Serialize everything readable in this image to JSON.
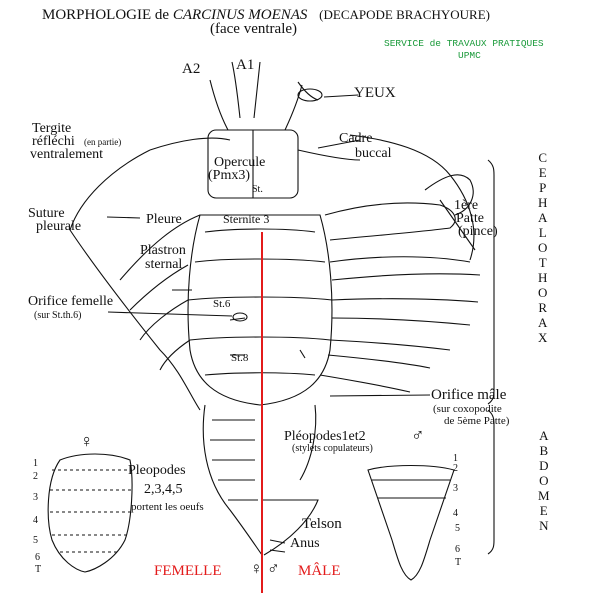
{
  "title": {
    "line1_prefix": "MORPHOLOGIE de ",
    "line1_species": "CARCINUS MOENAS",
    "line1_suffix": "(DECAPODE BRACHYOURE)",
    "line2": "(face ventrale)"
  },
  "service": {
    "line1": "SERVICE de TRAVAUX PRATIQUES",
    "line2": "UPMC"
  },
  "labels": {
    "a2": "A2",
    "a1": "A1",
    "yeux": "YEUX",
    "tergite": [
      "Tergite",
      "réfléchi",
      "ventralement"
    ],
    "en_partie": "(en partie)",
    "cadre_buccal": [
      "Cadre",
      "buccal"
    ],
    "opercule": [
      "Opercule",
      "(Pmx3)"
    ],
    "st1": "St.",
    "suture_pleurale": [
      "Suture",
      "pleurale"
    ],
    "pleure": "Pleure",
    "sternite3": "Sternite 3",
    "patte1": [
      "1ère",
      "Patte",
      "(pince)"
    ],
    "plastron": [
      "Plastron",
      "sternal"
    ],
    "orifice_femelle": "Orifice femelle",
    "orifice_femelle_note": "(sur St.th.6)",
    "st6": "St.6",
    "st8": "St.8",
    "orifice_male": "Orifice mâle",
    "orifice_male_note": [
      "(sur coxopodite",
      "de 5ème Patte)"
    ],
    "pleopodes12": "Pléopodes1et2",
    "stylets": "(stylets copulateurs)",
    "pleopodes2345": [
      "Pleopodes",
      "2,3,4,5",
      "portent les oeufs"
    ],
    "telson": "Telson",
    "anus": "Anus",
    "femelle": "FEMELLE",
    "male": "MÂLE",
    "female_symbol": "♀",
    "male_symbol": "♂",
    "both_symbols": "♀ ♂"
  },
  "side_labels": {
    "cephalothorax": [
      "C",
      "E",
      "P",
      "H",
      "A",
      "L",
      "O",
      "T",
      "H",
      "O",
      "R",
      "A",
      "X"
    ],
    "abdomen": [
      "A",
      "B",
      "D",
      "O",
      "M",
      "E",
      "N"
    ]
  },
  "female_segments": [
    "1",
    "2",
    "3",
    "4",
    "5",
    "6",
    "T"
  ],
  "male_segments": [
    "1",
    "2",
    "3",
    "4",
    "5",
    "6",
    "T"
  ],
  "colors": {
    "midline": "#e31b1b",
    "service_text": "#1a9a3a",
    "ink": "#111111"
  }
}
